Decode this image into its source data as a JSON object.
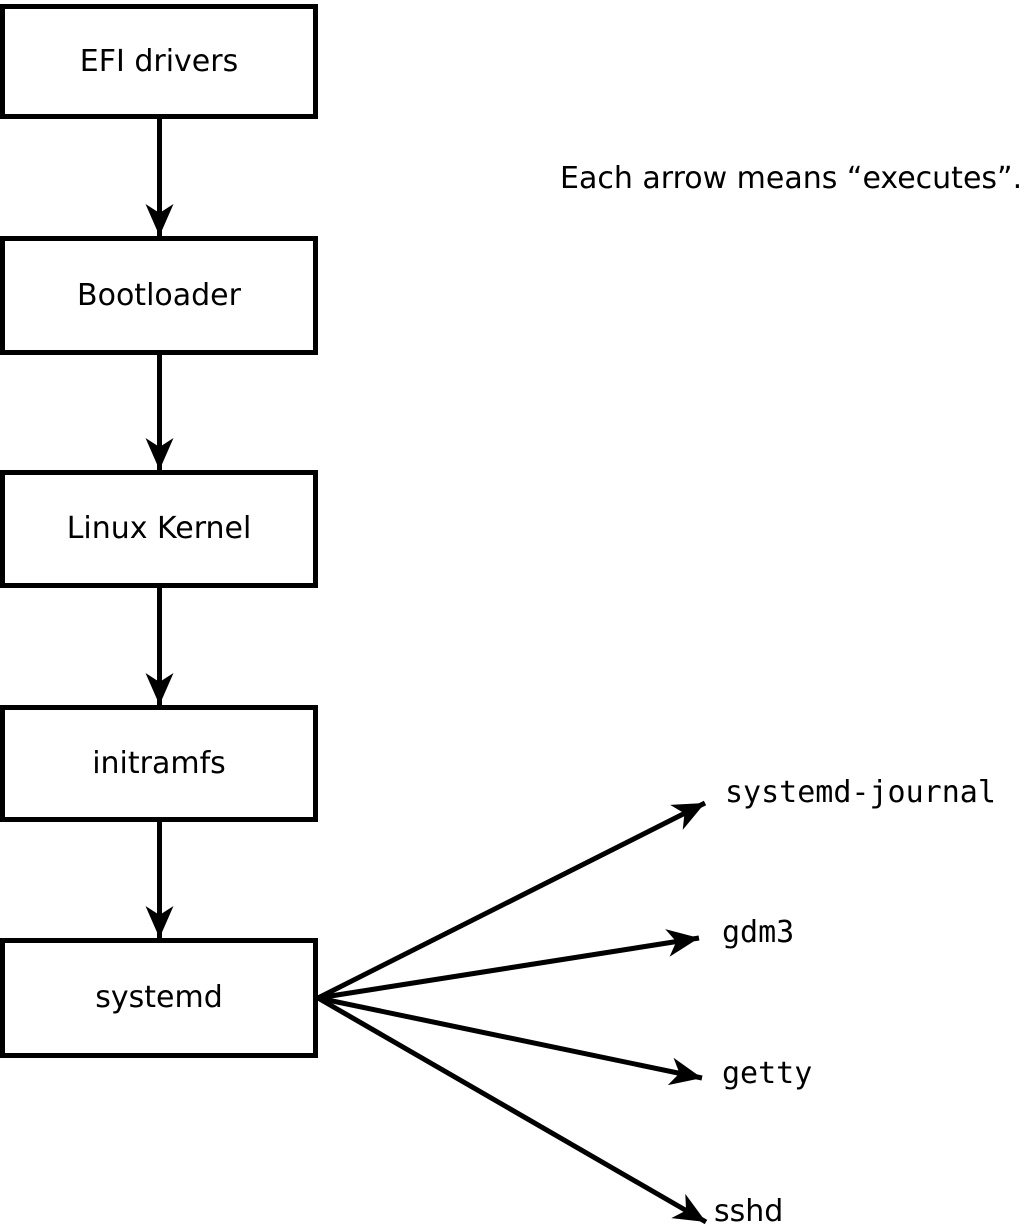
{
  "note": {
    "text": "Each arrow means “executes”."
  },
  "boot_chain": [
    {
      "label": "EFI drivers"
    },
    {
      "label": "Bootloader"
    },
    {
      "label": "Linux Kernel"
    },
    {
      "label": "initramfs"
    },
    {
      "label": "systemd"
    }
  ],
  "services": [
    {
      "label": "systemd-journal"
    },
    {
      "label": "gdm3"
    },
    {
      "label": "getty"
    },
    {
      "label": "sshd"
    }
  ],
  "colors": {
    "stroke": "#000000",
    "box_fill": "#ffffff",
    "text": "#000000",
    "background": "#ffffff"
  }
}
